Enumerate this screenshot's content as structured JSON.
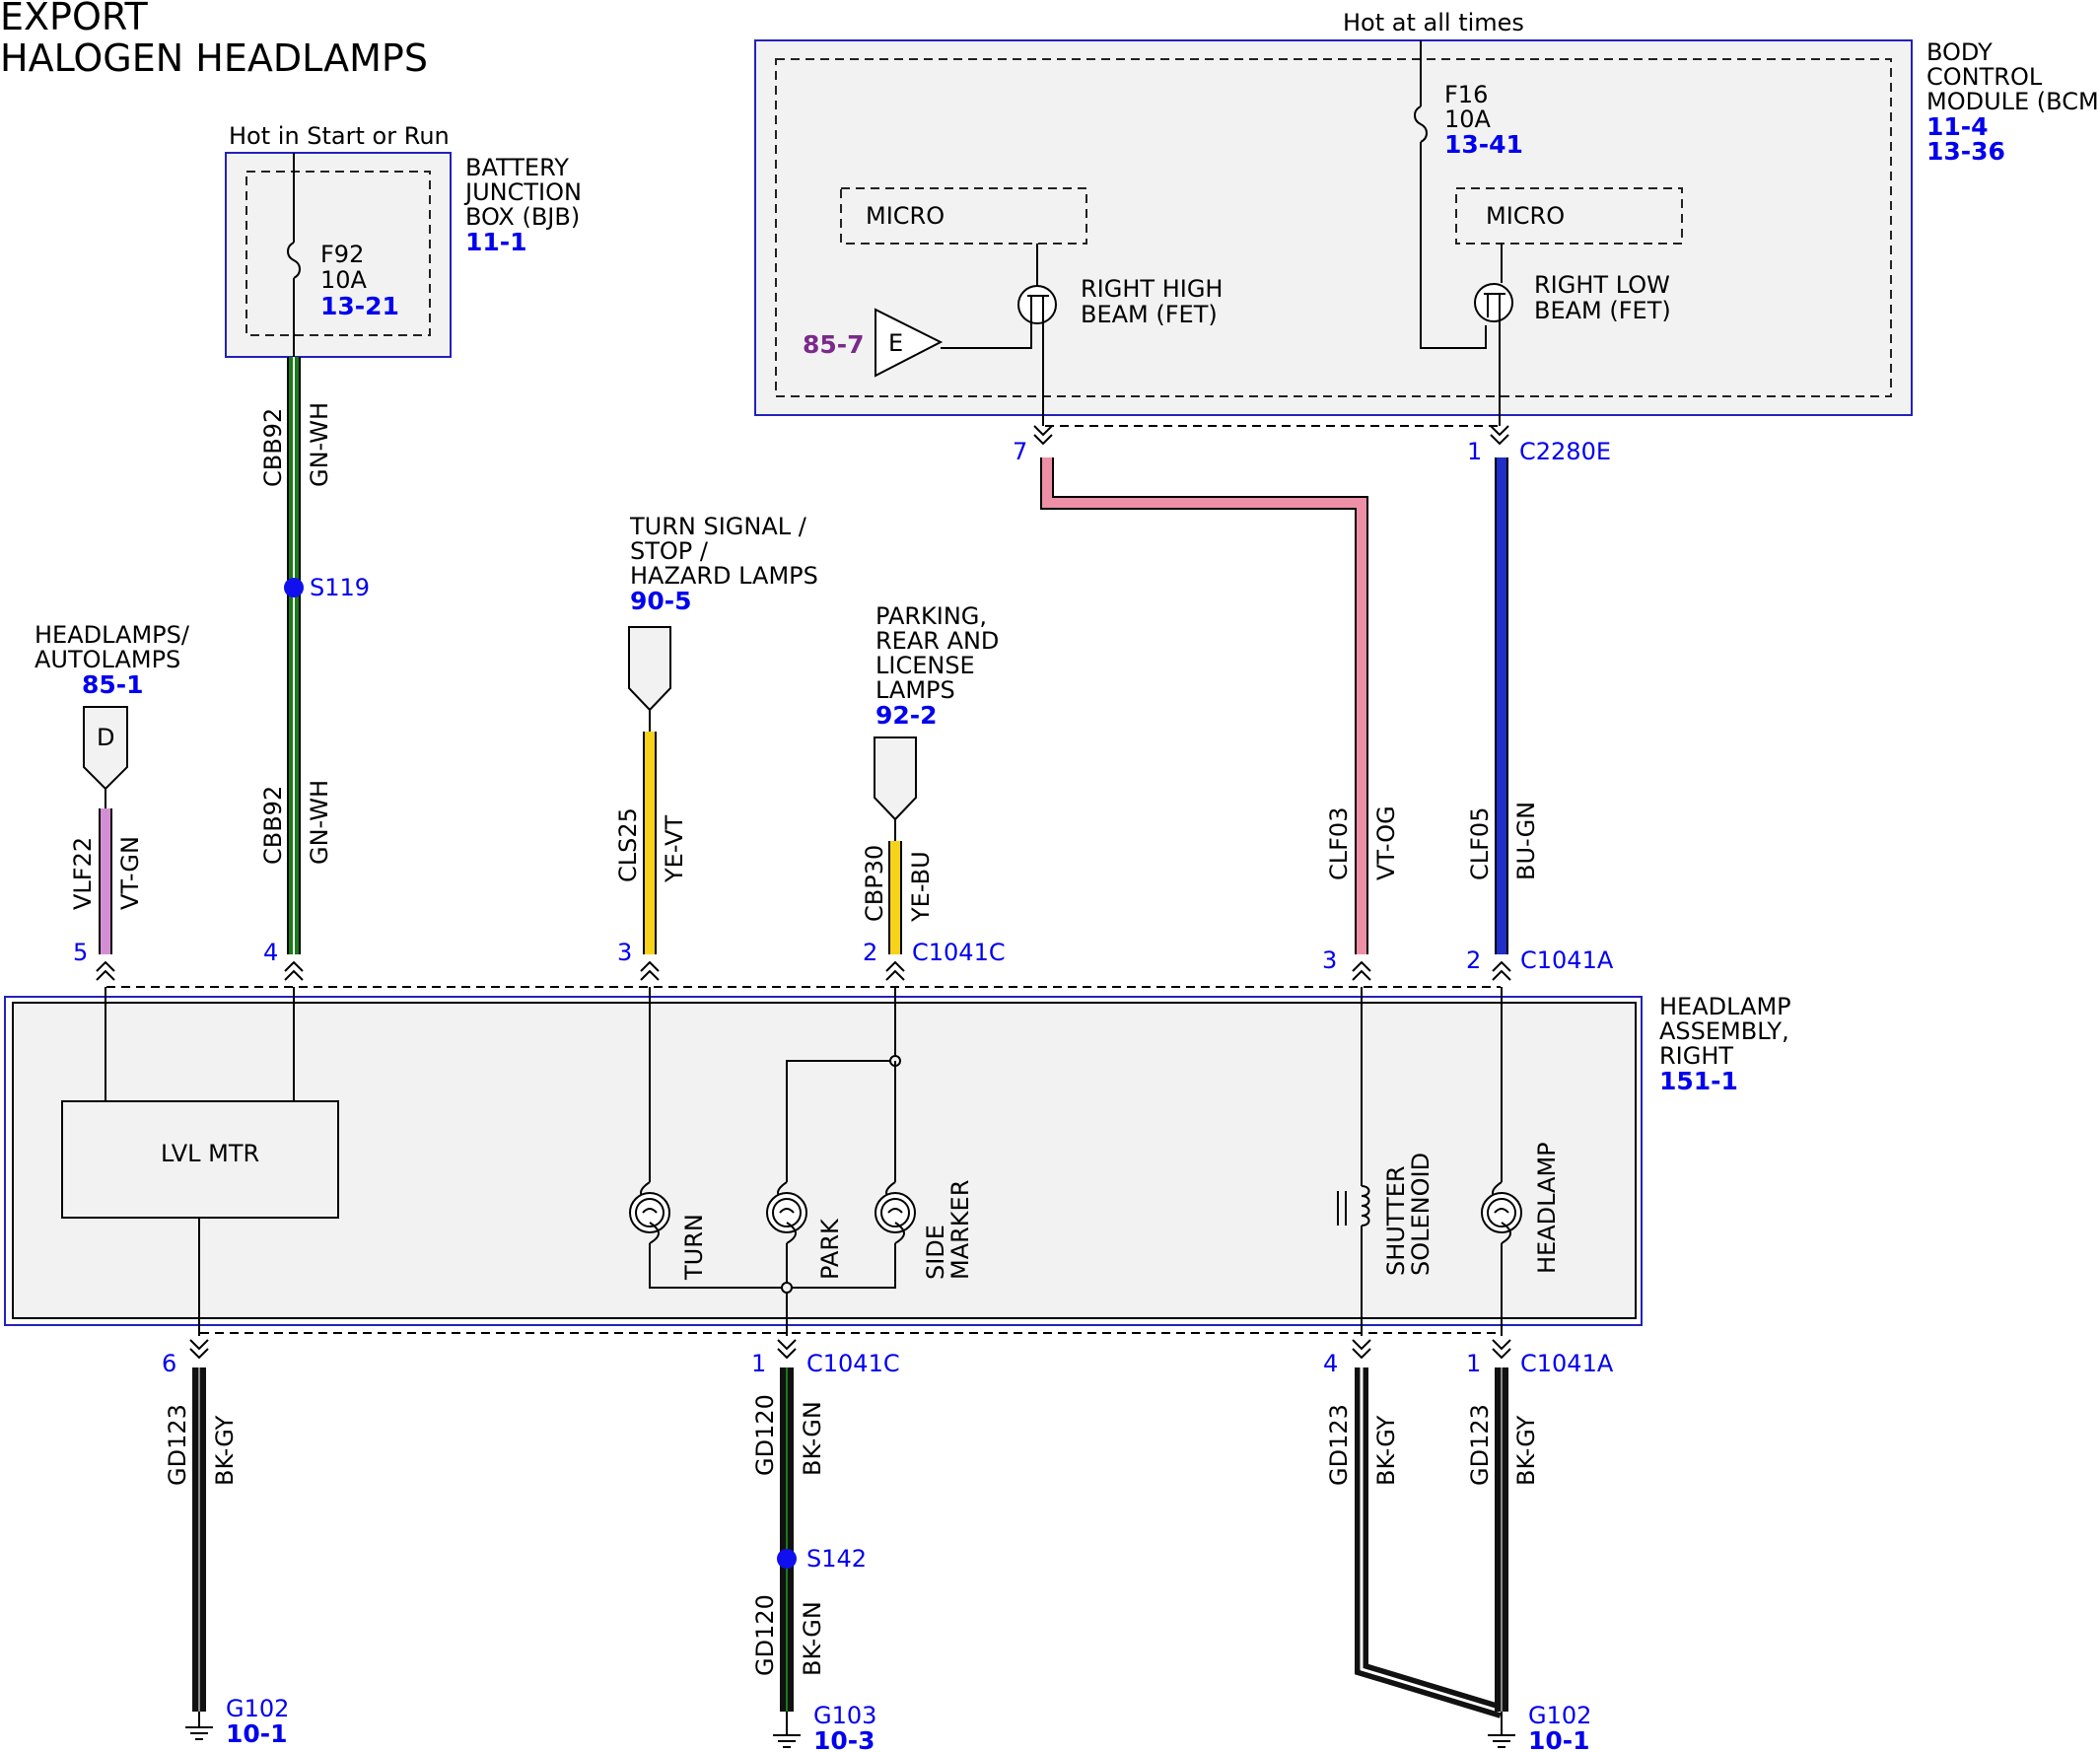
{
  "title_lines": [
    "EXPORT",
    "HALOGEN HEADLAMPS"
  ],
  "bjb": {
    "hot": "Hot in Start or Run",
    "name_lines": [
      "BATTERY",
      "JUNCTION",
      "BOX (BJB)"
    ],
    "ref": "11-1",
    "fuse": "F92",
    "amps": "10A",
    "fuse_ref": "13-21"
  },
  "bcm": {
    "hot": "Hot at all times",
    "name_lines": [
      "BODY",
      "CONTROL",
      "MODULE (BCM)"
    ],
    "refs": [
      "11-4",
      "13-36"
    ],
    "fuse": "F16",
    "amps": "10A",
    "fuse_ref": "13-41",
    "micro": "MICRO",
    "high_fet": [
      "RIGHT HIGH",
      "BEAM (FET)"
    ],
    "low_fet": [
      "RIGHT LOW",
      "BEAM (FET)"
    ],
    "e_ref": "85-7",
    "e_label": "E"
  },
  "upper_conn": {
    "pin_left": "7",
    "pin_right": "1",
    "name": "C2280E"
  },
  "headlamps_ref": {
    "lines": [
      "HEADLAMPS/",
      "AUTOLAMPS"
    ],
    "ref": "85-1",
    "label": "D"
  },
  "turn_ref": {
    "lines": [
      "TURN SIGNAL /",
      "STOP /",
      "HAZARD LAMPS"
    ],
    "ref": "90-5"
  },
  "park_ref": {
    "lines": [
      "PARKING,",
      "REAR AND",
      "LICENSE",
      "LAMPS"
    ],
    "ref": "92-2"
  },
  "splices": {
    "s119": "S119",
    "s142": "S142"
  },
  "wires": {
    "cbb92": {
      "circuit": "CBB92",
      "color": "GN-WH"
    },
    "vlf22": {
      "circuit": "VLF22",
      "color": "VT-GN"
    },
    "cls25": {
      "circuit": "CLS25",
      "color": "YE-VT"
    },
    "cbp30": {
      "circuit": "CBP30",
      "color": "YE-BU"
    },
    "clf03": {
      "circuit": "CLF03",
      "color": "VT-OG"
    },
    "clf05": {
      "circuit": "CLF05",
      "color": "BU-GN"
    },
    "gd123": {
      "circuit": "GD123",
      "color": "BK-GY"
    },
    "gd120": {
      "circuit": "GD120",
      "color": "BK-GN"
    }
  },
  "top_pins": {
    "p5": "5",
    "p4": "4",
    "p3": "3",
    "p2": "2",
    "c1041c": "C1041C",
    "p3b": "3",
    "p2b": "2",
    "c1041a": "C1041A"
  },
  "assembly": {
    "name_lines": [
      "HEADLAMP",
      "ASSEMBLY,",
      "RIGHT"
    ],
    "ref": "151-1",
    "lvl_mtr": "LVL MTR",
    "turn": "TURN",
    "park": "PARK",
    "side_marker": [
      "SIDE",
      "MARKER"
    ],
    "shutter": [
      "SHUTTER",
      "SOLENOID"
    ],
    "headlamp": "HEADLAMP"
  },
  "bottom_pins": {
    "p6": "6",
    "p1": "1",
    "c1041c": "C1041C",
    "p4": "4",
    "p1b": "1",
    "c1041a": "C1041A"
  },
  "grounds": {
    "g102a": {
      "name": "G102",
      "ref": "10-1"
    },
    "g103": {
      "name": "G103",
      "ref": "10-3"
    },
    "g102b": {
      "name": "G102",
      "ref": "10-1"
    }
  },
  "colors": {
    "green": "#1a7a1a",
    "violet": "#d48fd4",
    "yellow": "#f7d21a",
    "pink": "#ee8fa8",
    "blue": "#1f2fc8",
    "black": "#111111",
    "ref_blue": "#0000ee",
    "ref_purple": "#7a2a8a"
  }
}
